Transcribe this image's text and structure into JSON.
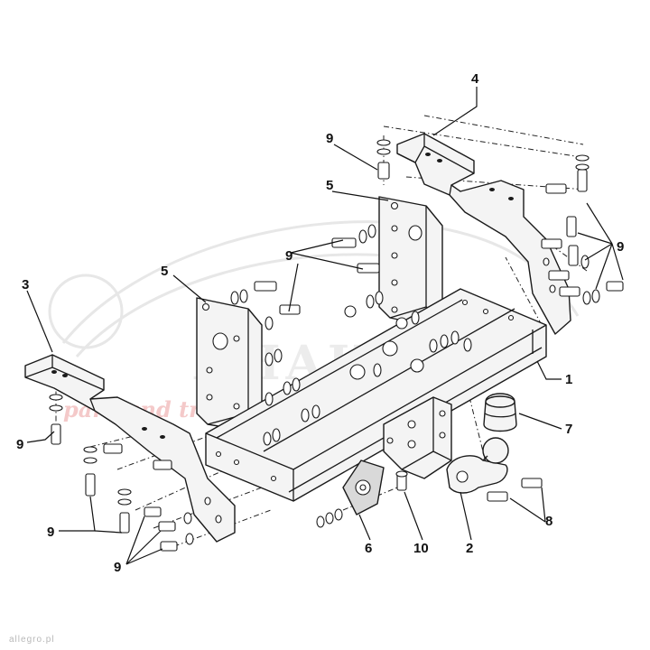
{
  "watermark": {
    "brand": "AHAKA",
    "tagline": "park and travel"
  },
  "credit": "allegro.pl",
  "callouts": {
    "c1": "1",
    "c2": "2",
    "c3": "3",
    "c4": "4",
    "c5a": "5",
    "c5b": "5",
    "c6": "6",
    "c7": "7",
    "c8": "8",
    "c9a": "9",
    "c9b": "9",
    "c9c": "9",
    "c9d": "9",
    "c9e": "9",
    "c9f": "9",
    "c10": "10"
  }
}
